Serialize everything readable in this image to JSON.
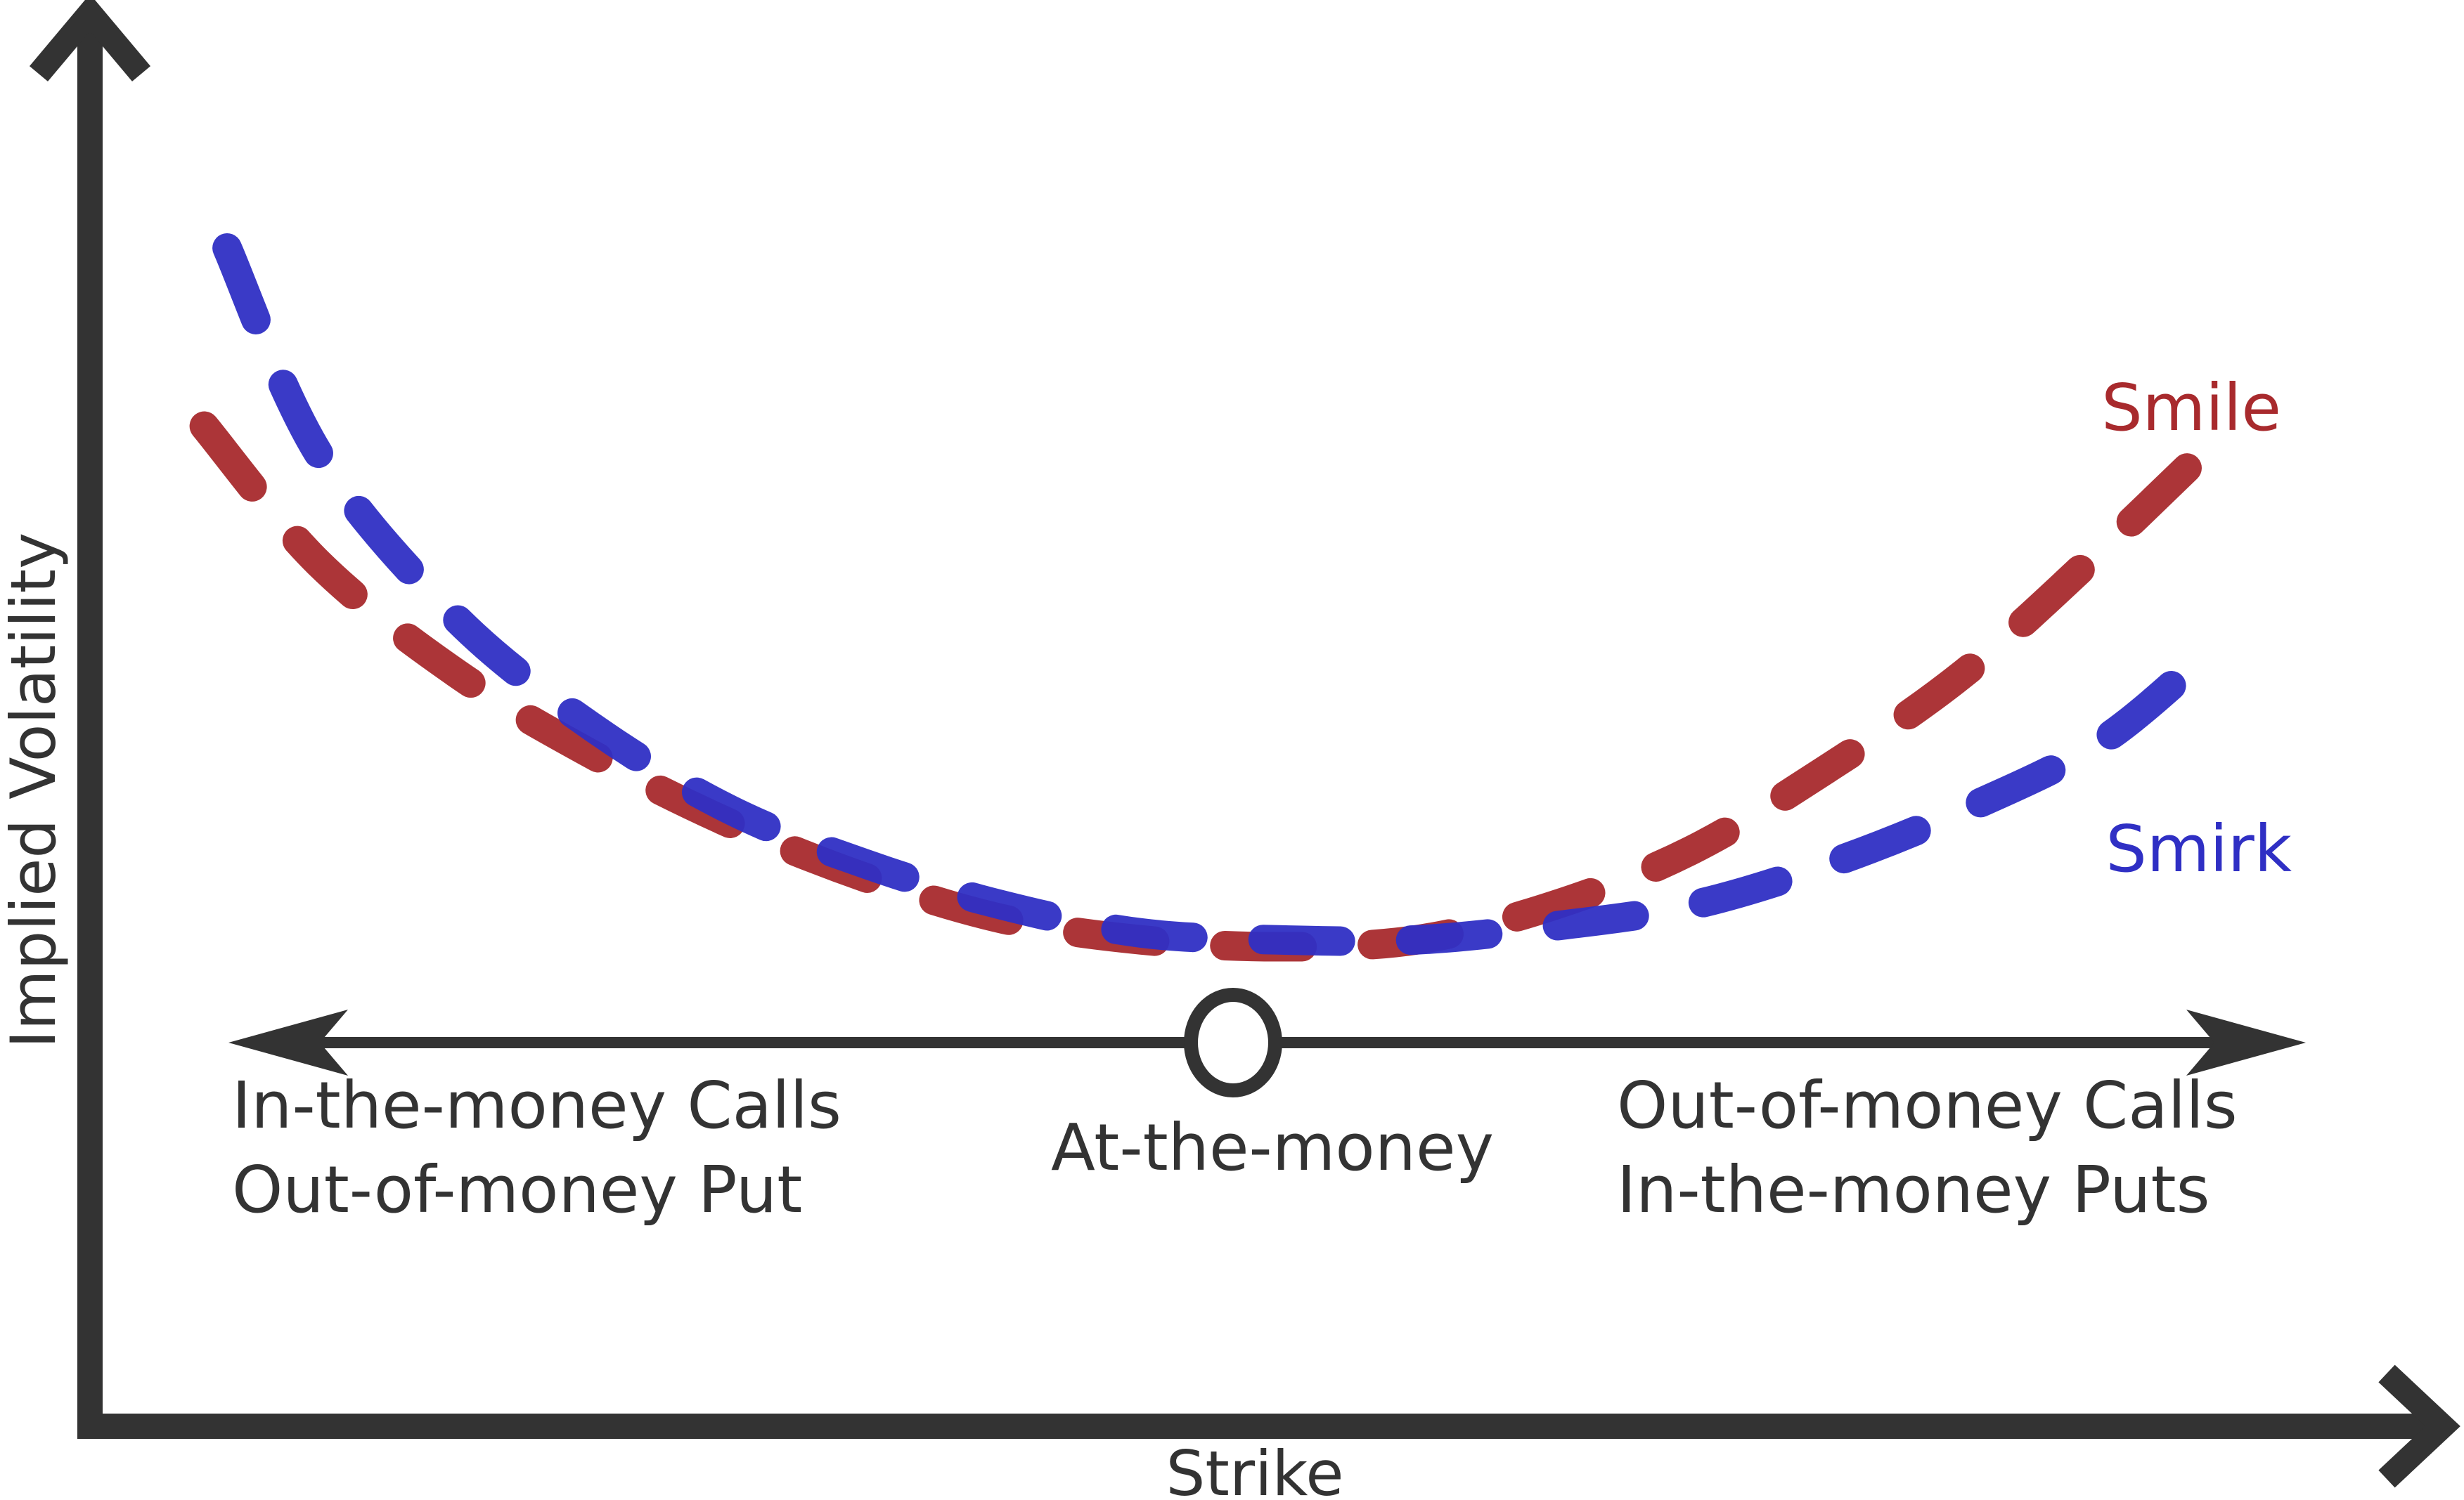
{
  "chart_data": {
    "type": "line",
    "title": "",
    "xlabel": "Strike",
    "ylabel": "Implied Volatility",
    "series": [
      {
        "name": "Smile",
        "color": "#a82a2d",
        "dashed": true,
        "points": [
          [
            0.05,
            0.73
          ],
          [
            0.1,
            0.63
          ],
          [
            0.16,
            0.55
          ],
          [
            0.22,
            0.49
          ],
          [
            0.28,
            0.44
          ],
          [
            0.34,
            0.4
          ],
          [
            0.4,
            0.37
          ],
          [
            0.46,
            0.355
          ],
          [
            0.52,
            0.35
          ],
          [
            0.58,
            0.355
          ],
          [
            0.64,
            0.38
          ],
          [
            0.7,
            0.42
          ],
          [
            0.76,
            0.48
          ],
          [
            0.82,
            0.55
          ],
          [
            0.88,
            0.64
          ],
          [
            0.93,
            0.72
          ]
        ]
      },
      {
        "name": "Smirk",
        "color": "#2f2fc4",
        "dashed": true,
        "points": [
          [
            0.06,
            0.86
          ],
          [
            0.1,
            0.71
          ],
          [
            0.16,
            0.59
          ],
          [
            0.22,
            0.51
          ],
          [
            0.28,
            0.45
          ],
          [
            0.34,
            0.41
          ],
          [
            0.4,
            0.38
          ],
          [
            0.46,
            0.36
          ],
          [
            0.52,
            0.355
          ],
          [
            0.58,
            0.355
          ],
          [
            0.64,
            0.365
          ],
          [
            0.7,
            0.38
          ],
          [
            0.76,
            0.41
          ],
          [
            0.82,
            0.45
          ],
          [
            0.88,
            0.5
          ],
          [
            0.93,
            0.57
          ]
        ]
      }
    ],
    "series_labels": {
      "smile": "Smile",
      "smirk": "Smirk"
    },
    "atm_marker": {
      "x": 0.5,
      "y": 0.28
    },
    "moneyness_axis": {
      "left_label_line1": "In-the-money Calls",
      "left_label_line2": "Out-of-money Put",
      "center_label": "At-the-money",
      "right_label_line1": "Out-of-money Calls",
      "right_label_line2": "In-the-money Puts"
    },
    "axis_color": "#333333",
    "xlim": [
      0,
      1
    ],
    "ylim": [
      0,
      1
    ],
    "grid": false,
    "legend": "inline-right"
  }
}
